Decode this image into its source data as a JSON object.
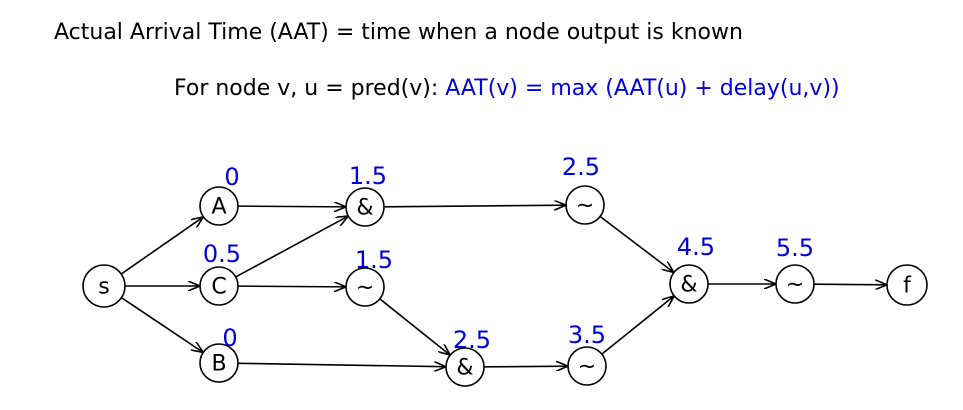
{
  "title": "Actual Arrival Time (AAT) = time when a node output is known",
  "formula": {
    "prefix": "For node v, u = pred(v): ",
    "expression": "AAT(v) = max (AAT(u) + delay(u,v))"
  },
  "colors": {
    "annotation": "#0000dd",
    "stroke": "#000000"
  },
  "nodes": [
    {
      "id": "s",
      "label": "s",
      "aat": ""
    },
    {
      "id": "A",
      "label": "A",
      "aat": "0"
    },
    {
      "id": "C",
      "label": "C",
      "aat": "0.5"
    },
    {
      "id": "B",
      "label": "B",
      "aat": "0"
    },
    {
      "id": "and1",
      "label": "&",
      "aat": "1.5"
    },
    {
      "id": "not1",
      "label": "~",
      "aat": "1.5"
    },
    {
      "id": "and2",
      "label": "&",
      "aat": "2.5"
    },
    {
      "id": "not2",
      "label": "~",
      "aat": "2.5"
    },
    {
      "id": "not3",
      "label": "~",
      "aat": "3.5"
    },
    {
      "id": "and3",
      "label": "&",
      "aat": "4.5"
    },
    {
      "id": "not4",
      "label": "~",
      "aat": "5.5"
    },
    {
      "id": "f",
      "label": "f",
      "aat": ""
    }
  ],
  "edges": [
    {
      "from": "s",
      "to": "A"
    },
    {
      "from": "s",
      "to": "C"
    },
    {
      "from": "s",
      "to": "B"
    },
    {
      "from": "A",
      "to": "and1"
    },
    {
      "from": "C",
      "to": "and1"
    },
    {
      "from": "C",
      "to": "not1"
    },
    {
      "from": "not1",
      "to": "and2"
    },
    {
      "from": "B",
      "to": "and2"
    },
    {
      "from": "and1",
      "to": "not2"
    },
    {
      "from": "and2",
      "to": "not3"
    },
    {
      "from": "not2",
      "to": "and3"
    },
    {
      "from": "not3",
      "to": "and3"
    },
    {
      "from": "and3",
      "to": "not4"
    },
    {
      "from": "not4",
      "to": "f"
    }
  ]
}
